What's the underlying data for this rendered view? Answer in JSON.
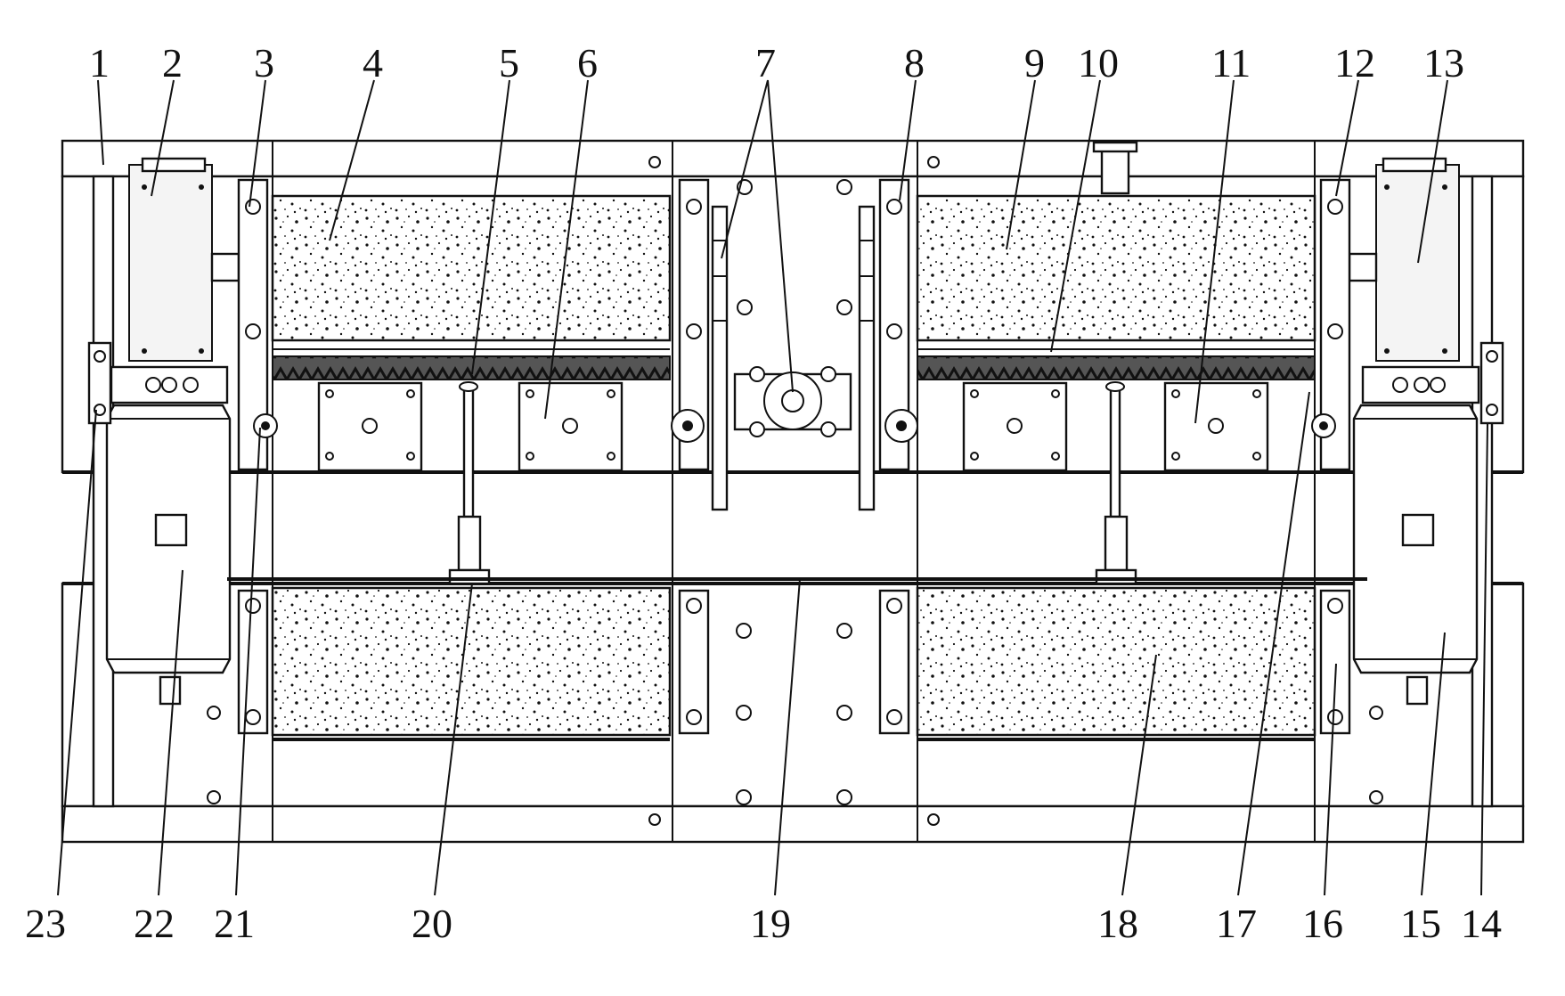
{
  "labels": {
    "top": [
      "1",
      "2",
      "3",
      "4",
      "5",
      "6",
      "7",
      "8",
      "9",
      "10",
      "11",
      "12",
      "13"
    ],
    "bottom": [
      "23",
      "22",
      "21",
      "20",
      "19",
      "18",
      "17",
      "16",
      "15",
      "14"
    ]
  },
  "colors": {
    "line": "#111111",
    "background": "#ffffff",
    "hatch": "#111111"
  }
}
